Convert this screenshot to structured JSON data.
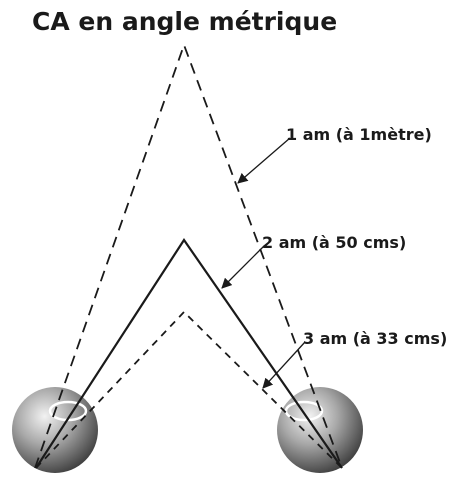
{
  "title": "CA en angle métrique",
  "labels": {
    "one_am": "1 am (à 1mètre)",
    "two_am": "2 am (à 50 cms)",
    "three_am": "3 am (à 33 cms)"
  },
  "colors": {
    "line": "#1a1a1a",
    "eyeball_light": "#e6e6e6",
    "eyeball_dark": "#4a4a4a"
  }
}
